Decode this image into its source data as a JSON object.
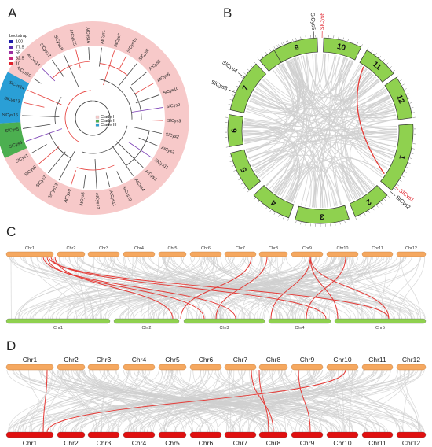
{
  "panels": {
    "A": {
      "label": "A",
      "legend_title": "bootstrap",
      "legend_values": [
        "100",
        "77.5",
        "55",
        "32.5",
        "10"
      ],
      "legend_colors": [
        "#1a1aa8",
        "#5b2db0",
        "#9b30a0",
        "#c8287a",
        "#e0202a"
      ],
      "clade_legend": [
        "Clade I",
        "Clade II",
        "Clade III"
      ],
      "leaves": [
        "AtCys1",
        "AtCys7",
        "SlCys15",
        "SlCys6",
        "AtCys5",
        "AtCys6",
        "SlCys10",
        "SlCys9",
        "SlCys3",
        "SlCys2",
        "AtCys2",
        "SlCys11",
        "AtCys3",
        "AtCys4",
        "AtCys13",
        "AtCys11",
        "AtCys12",
        "AtCys8",
        "AtCys9",
        "SlCys12",
        "SlCys7",
        "SlCys8",
        "SlCys1",
        "SlCys4",
        "SlCys5",
        "SlCys16",
        "SlCys13",
        "SlCys14",
        "AtCys10",
        "AtCys14",
        "SlCys17",
        "SlCys18",
        "AtCys15",
        "AtCys16"
      ]
    },
    "B": {
      "label": "B",
      "chromosomes": [
        "1",
        "2",
        "3",
        "4",
        "5",
        "6",
        "7",
        "8",
        "9",
        "10",
        "11",
        "12"
      ],
      "genes": [
        {
          "name": "SlCys6",
          "color": "#e0202a"
        },
        {
          "name": "SlCys5",
          "color": "#222222"
        },
        {
          "name": "SlCys4",
          "color": "#222222"
        },
        {
          "name": "SlCys3",
          "color": "#222222"
        },
        {
          "name": "SlCys1",
          "color": "#e0202a"
        },
        {
          "name": "SlCys2",
          "color": "#222222"
        }
      ]
    },
    "C": {
      "label": "C",
      "top": [
        "Chr1",
        "Chr2",
        "Chr3",
        "Chr4",
        "Chr5",
        "Chr6",
        "Chr7",
        "Chr8",
        "Chr9",
        "Chr10",
        "Chr11",
        "Chr12"
      ],
      "bottom": [
        "Chr1",
        "Chr2",
        "Chr3",
        "Chr4",
        "Chr5"
      ]
    },
    "D": {
      "label": "D",
      "top": [
        "Chr1",
        "Chr2",
        "Chr3",
        "Chr4",
        "Chr5",
        "Chr6",
        "Chr7",
        "Chr8",
        "Chr9",
        "Chr10",
        "Chr11",
        "Chr12"
      ],
      "bottom": [
        "Chr1",
        "Chr2",
        "Chr3",
        "Chr4",
        "Chr5",
        "Chr6",
        "Chr7",
        "Chr8",
        "Chr9",
        "Chr10",
        "Chr11",
        "Chr12"
      ]
    }
  },
  "colors": {
    "tree_ring": "#f7c9c9",
    "clade_green": "#4caf50",
    "clade_blue": "#2a9fd6",
    "chr_green": "#8fd14f",
    "chr_orange": "#f5a860",
    "chr_red": "#e01010",
    "link_red": "#e53935",
    "link_gray": "#cfcfcf"
  }
}
